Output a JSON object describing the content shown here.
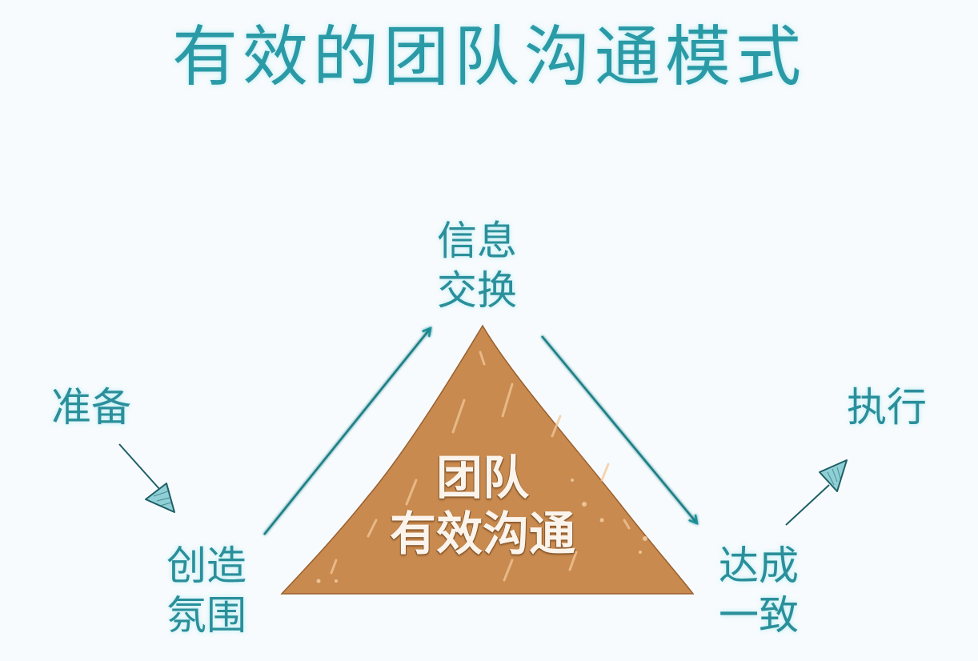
{
  "title": "有效的团队沟通模式",
  "center": {
    "line1": "团队",
    "line2": "有效沟通"
  },
  "nodes": {
    "top": {
      "line1": "信息",
      "line2": "交换"
    },
    "prepare": {
      "line1": "准备"
    },
    "bottom_left": {
      "line1": "创造",
      "line2": "氛围"
    },
    "bottom_right": {
      "line1": "达成",
      "line2": "一致"
    },
    "execute": {
      "line1": "执行"
    }
  },
  "flow": [
    {
      "from": "准备",
      "to": "创造氛围"
    },
    {
      "from": "创造氛围",
      "to": "信息交换"
    },
    {
      "from": "信息交换",
      "to": "达成一致"
    },
    {
      "from": "达成一致",
      "to": "创造氛围"
    },
    {
      "from": "达成一致",
      "to": "执行"
    }
  ],
  "colors": {
    "text_teal": "#2a8f9a",
    "arrow_teal": "#1f7f86",
    "triangle_brown": "#c98a4f",
    "background": "#f7fbfd"
  }
}
